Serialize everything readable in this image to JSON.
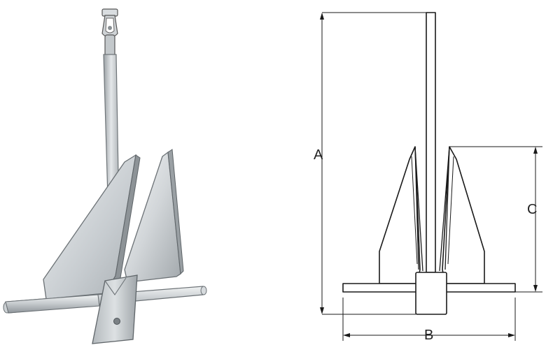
{
  "labels": {
    "a": "A",
    "b": "B",
    "c": "C"
  },
  "colors": {
    "line": "#1a1a1a",
    "steel_light": "#dfe3e5",
    "steel_mid": "#b9bfc3",
    "steel_dark": "#8e9498"
  }
}
